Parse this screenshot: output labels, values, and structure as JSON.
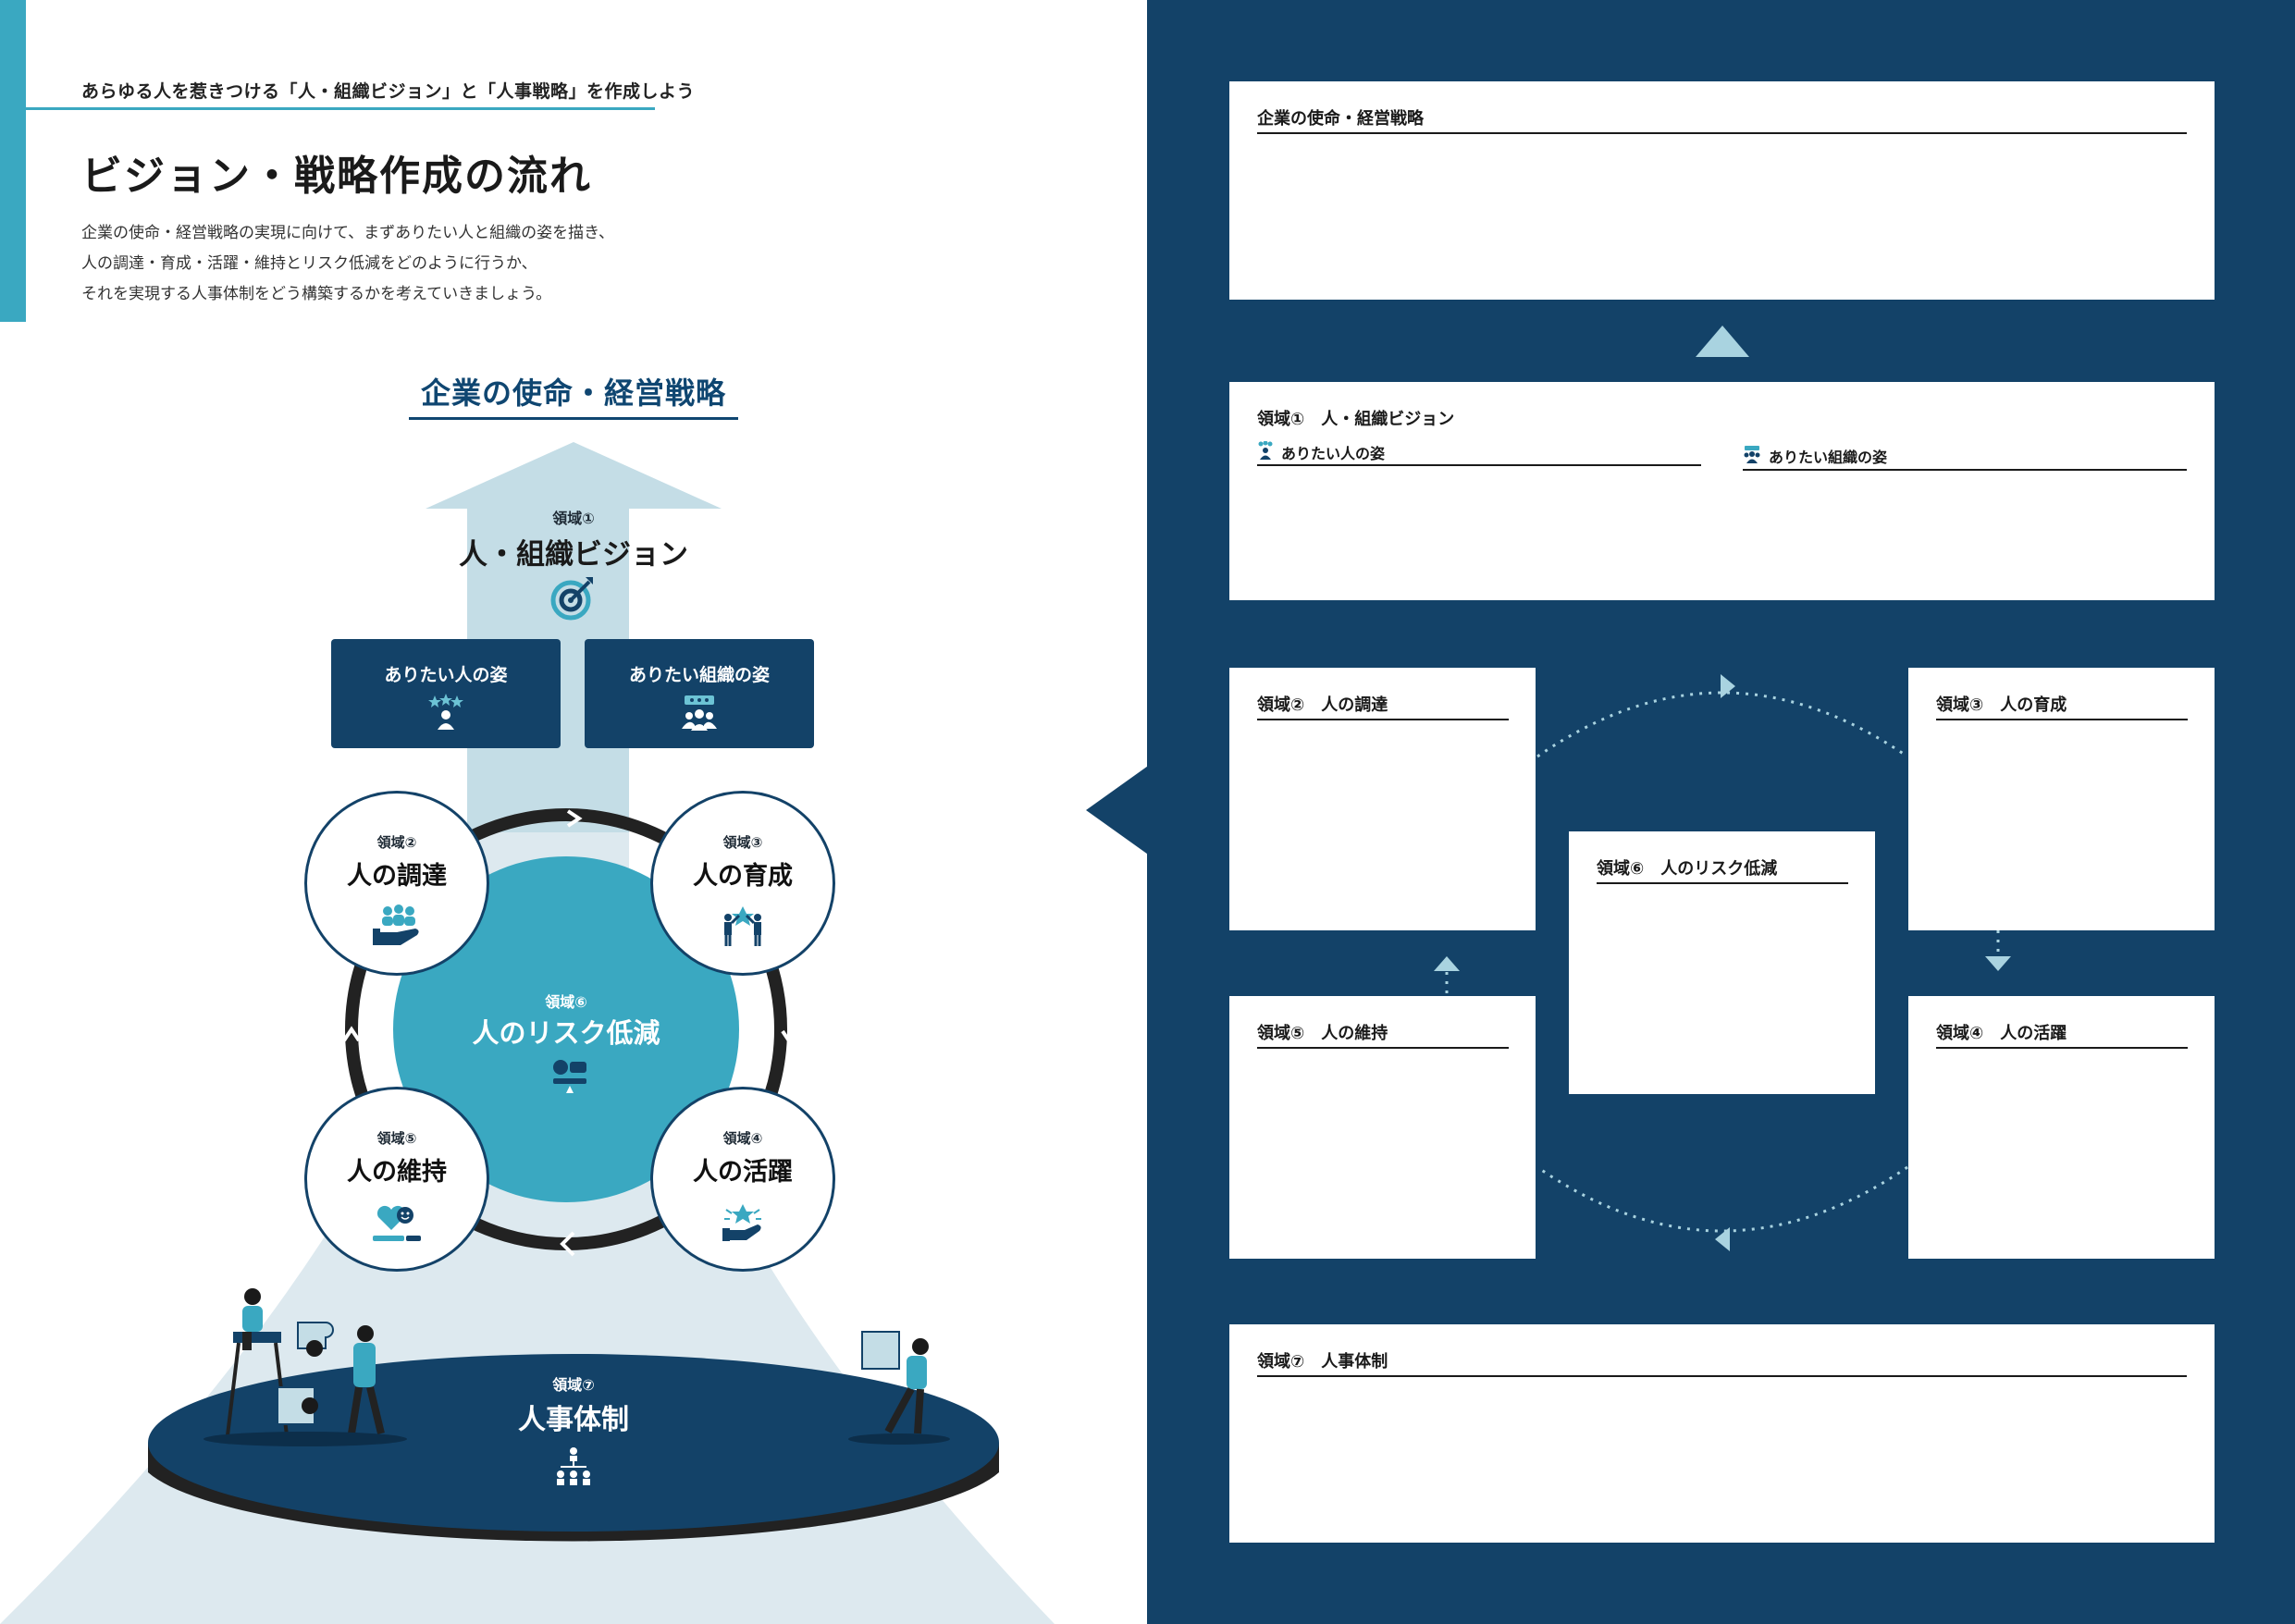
{
  "left": {
    "subtitle": "あらゆる人を惹きつける「人・組織ビジョン」と「人事戦略」を作成しよう",
    "title": "ビジョン・戦略作成の流れ",
    "description": [
      "企業の使命・経営戦略の実現に向けて、まずありたい人と組織の姿を描き、",
      "人の調達・育成・活躍・維持とリスク低減をどのように行うか、",
      "それを実現する人事体制をどう構築するかを考えていきましょう。"
    ],
    "diagram": {
      "heading": "企業の使命・経営戦略",
      "area1": {
        "num": "領域①",
        "name": "人・組織ビジョン"
      },
      "vision_boxes": [
        "ありたい人の姿",
        "ありたい組織の姿"
      ],
      "area2": {
        "num": "領域②",
        "name": "人の調達"
      },
      "area3": {
        "num": "領域③",
        "name": "人の育成"
      },
      "area4": {
        "num": "領域④",
        "name": "人の活躍"
      },
      "area5": {
        "num": "領域⑤",
        "name": "人の維持"
      },
      "area6": {
        "num": "領域⑥",
        "name": "人のリスク低減"
      },
      "area7": {
        "num": "領域⑦",
        "name": "人事体制"
      }
    }
  },
  "right": {
    "box_strategy": "企業の使命・経営戦略",
    "box_vision": "領域①　人・組織ビジョン",
    "box_vision_person": "ありたい人の姿",
    "box_vision_org": "ありたい組織の姿",
    "box2": "領域②　人の調達",
    "box3": "領域③　人の育成",
    "box4": "領域④　人の活躍",
    "box5": "領域⑤　人の維持",
    "box6": "領域⑥　人のリスク低減",
    "box7": "領域⑦　人事体制"
  },
  "colors": {
    "navy": "#134268",
    "teal": "#3aa8c1",
    "light_blue": "#d8e8ef"
  }
}
